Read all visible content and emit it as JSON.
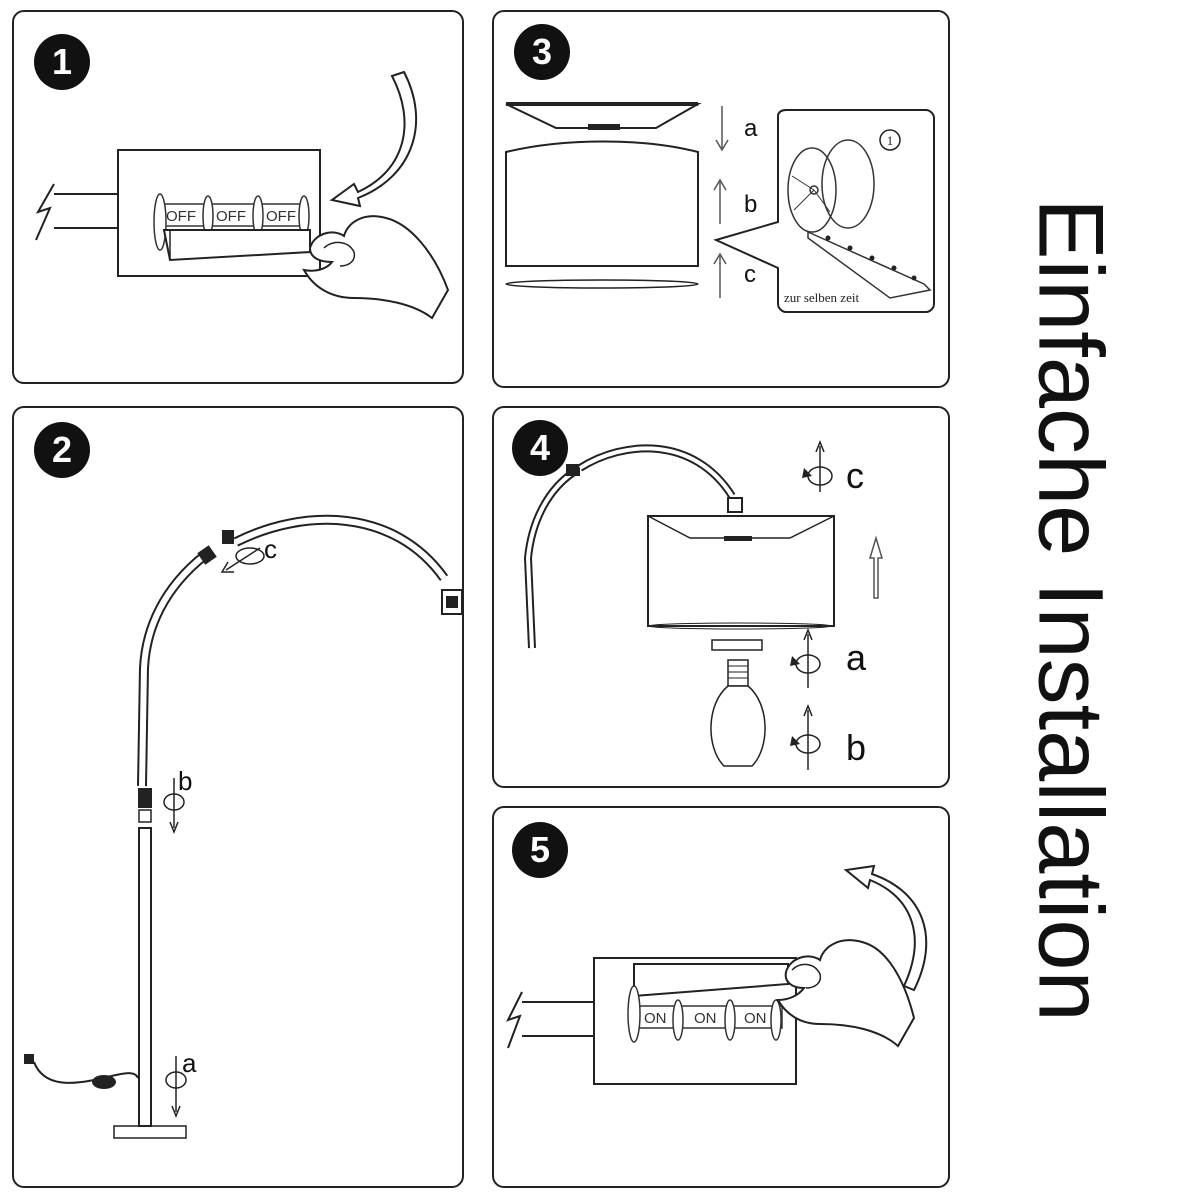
{
  "title": "Einfache Installation",
  "steps": [
    {
      "number": "1"
    },
    {
      "number": "2",
      "labels": {
        "a": "a",
        "b": "b",
        "c": "c"
      }
    },
    {
      "number": "3",
      "labels": {
        "a": "a",
        "b": "b",
        "c": "c"
      },
      "inset_number": "1",
      "inset_text": "zur selben zeit"
    },
    {
      "number": "4",
      "labels": {
        "a": "a",
        "b": "b",
        "c": "c"
      }
    },
    {
      "number": "5"
    }
  ],
  "switch": {
    "off_label": "OFF",
    "on_label": "ON"
  }
}
